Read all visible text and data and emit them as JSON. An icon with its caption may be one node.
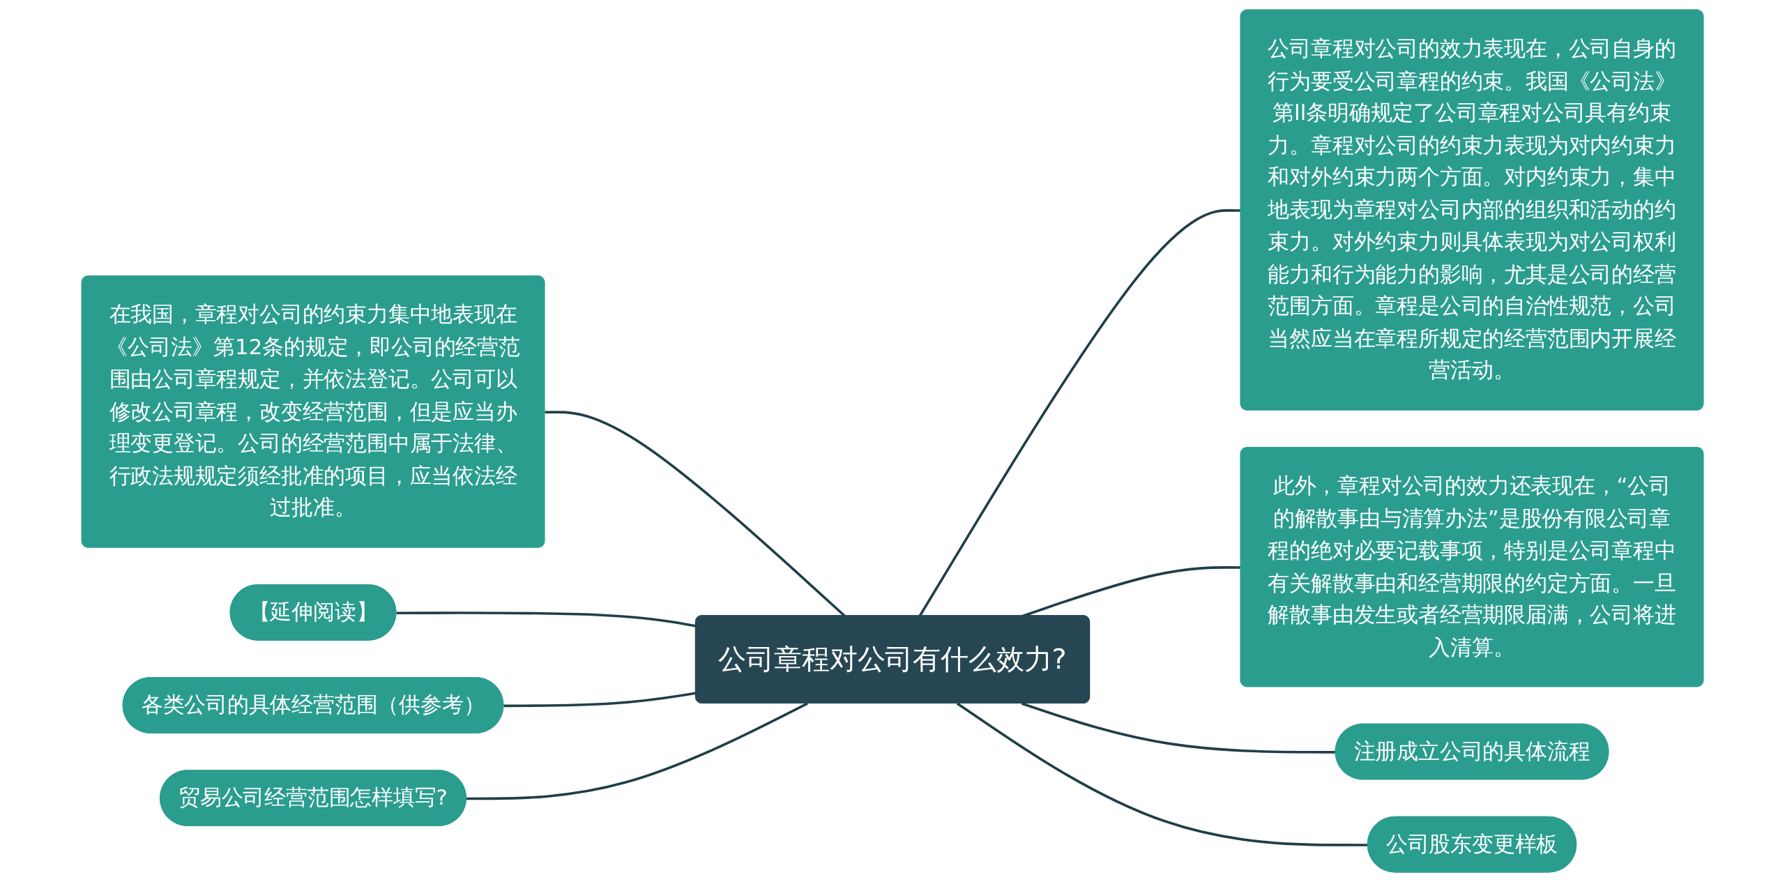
{
  "diagram": {
    "nodes": [
      {
        "text": [
          "公司章程对公司有什么效力?"
        ]
      },
      {
        "text": [
          "在我国，章程对公司的约束力集中地表现在《公司法》第12条的规定，即公司的经营范围由公司章程规定，并依法登记。公司可以修改公司章程，改变经营范围，但是应当办理变更登记。公司的经营范围中属于法律、行政法规规定须经批准的项目，应当依法经过批准。"
        ]
      },
      {
        "text": [
          "【延伸阅读】"
        ]
      },
      {
        "text": [
          "各类公司的具体经营范围（供参考）"
        ]
      },
      {
        "text": [
          "贸易公司经营范围怎样填写?"
        ]
      },
      {
        "text": [
          "公司章程对公司的效力表现在，公司自身的行为要受公司章程的约束。我国《公司法》第ll条明确规定了公司章程对公司具有约束力。章程对公司的约束力表现为对内约束力和对外约束力两个方面。对内约束力，集中地表现为章程对公司内部的组织和活动的约束力。对外约束力则具体表现为对公司权利能力和行为能力的影响，尤其是公司的经营范围方面。章程是公司的自治性规范，公司当然应当在章程所规定的经营范围内开展经营活动。"
        ]
      },
      {
        "text": [
          "此外，章程对公司的效力还表现在，“公司的解散事由与清算办法”是股份有限公司章程的绝对必要记载事项，特别是公司章程中有关解散事由和经营期限的约定方面。一旦解散事由发生或者经营期限届满，公司将进入清算。"
        ]
      },
      {
        "text": [
          "注册成立公司的具体流程"
        ]
      },
      {
        "text": [
          "公司股东变更样板"
        ]
      }
    ],
    "edges": [
      {
        "from": 1,
        "to": 0,
        "arrow": "none"
      },
      {
        "from": 2,
        "to": 0,
        "arrow": "none"
      },
      {
        "from": 3,
        "to": 0,
        "arrow": "none"
      },
      {
        "from": 4,
        "to": 0,
        "arrow": "none"
      },
      {
        "from": 0,
        "to": 5,
        "arrow": "none"
      },
      {
        "from": 0,
        "to": 6,
        "arrow": "none"
      },
      {
        "from": 0,
        "to": 7,
        "arrow": "none"
      },
      {
        "from": 0,
        "to": 8,
        "arrow": "none"
      }
    ]
  }
}
